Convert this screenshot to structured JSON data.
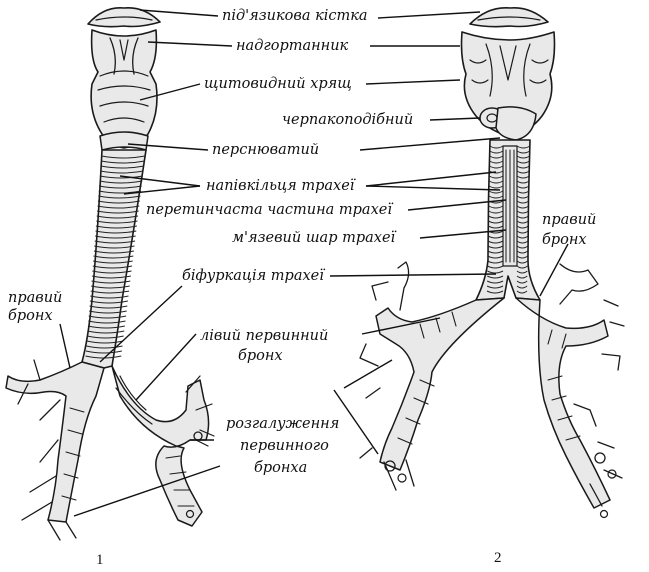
{
  "labels": {
    "hyoid": "під'язикова кістка",
    "epiglottis": "надгортанник",
    "thyroid": "щитовидний хрящ",
    "arytenoid": "черпакоподібний",
    "cricoid": "перснюватий",
    "half_rings": "напівкільця трахеї",
    "membranous": "перетинчаста частина трахеї",
    "muscular": "м'язевий шар трахеї",
    "bifurcation": "біфуркація трахеї",
    "right_bronchus_fig1_l1": "правий",
    "right_bronchus_fig1_l2": "бронх",
    "right_bronchus_fig2_l1": "правий",
    "right_bronchus_fig2_l2": "бронх",
    "left_primary_l1": "лівий первинний",
    "left_primary_l2": "бронх",
    "branching_l1": "розгалуження",
    "branching_l2": "первинного",
    "branching_l3": "бронха"
  },
  "figures": {
    "fig1_number": "1",
    "fig2_number": "2"
  },
  "colors": {
    "ink": "#111111",
    "background": "#ffffff",
    "cartilage_fill": "#e9e9e9"
  }
}
